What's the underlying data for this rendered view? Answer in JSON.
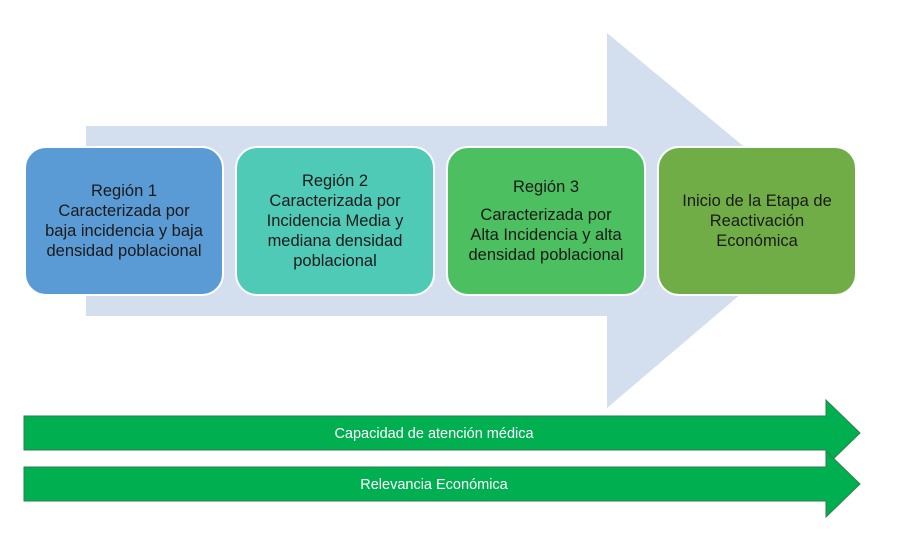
{
  "colors": {
    "big_arrow": "#d3dfef",
    "box_1": "#5b9bd5",
    "box_2": "#4fcab7",
    "box_3": "#4cbf60",
    "box_4": "#70ad47",
    "bar_arrow": "#00b050",
    "bar_outline": "#2e7d4f"
  },
  "stages": [
    {
      "lines": [
        "Región 1",
        "Caracterizada por",
        "baja incidencia y baja",
        "densidad poblacional"
      ]
    },
    {
      "lines": [
        "Región 2",
        "Caracterizada por",
        "Incidencia Media  y",
        "mediana densidad",
        "poblacional"
      ]
    },
    {
      "title": "Región 3",
      "lines": [
        "Caracterizada por",
        "Alta Incidencia y alta",
        "densidad poblacional"
      ]
    },
    {
      "lines": [
        "Inicio de la Etapa de",
        "Reactivación",
        "Económica"
      ]
    }
  ],
  "bars": [
    {
      "label": "Capacidad de atención médica"
    },
    {
      "label": "Relevancia Económica"
    }
  ]
}
